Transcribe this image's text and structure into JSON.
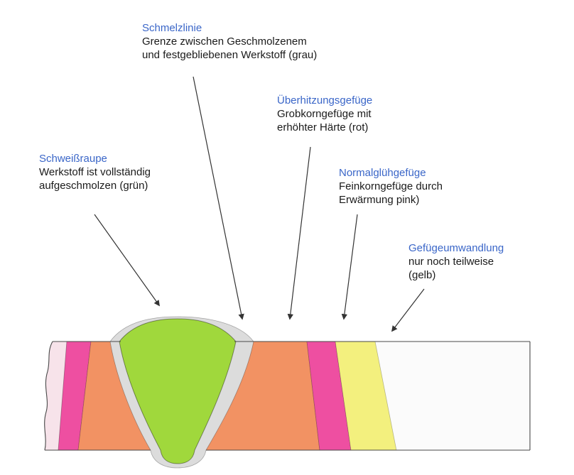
{
  "annotations": [
    {
      "title": "Schmelzlinie",
      "line1": "Grenze zwischen Geschmolzenem",
      "line2": "und festgebliebenen Werkstoff (grau)"
    },
    {
      "title": "Überhitzungsgefüge",
      "line1": "Grobkorngefüge mit",
      "line2": "erhöhter Härte (rot)"
    },
    {
      "title": "Schweißraupe",
      "line1": "Werkstoff ist vollständig",
      "line2": "aufgeschmolzen (grün)"
    },
    {
      "title": "Normalglühgefüge",
      "line1": "Feinkorngefüge durch",
      "line2": "Erwärmung pink)"
    },
    {
      "title": "Gefügeumwandlung",
      "line1": "nur noch teilweise",
      "line2": "(gelb)"
    }
  ],
  "colors": {
    "heading_blue": "#3a66c8",
    "text_black": "#1a1a1a",
    "arrow": "#333333",
    "plate_white": "#fbfbfb",
    "pale_pink_edge": "#f7e3ea",
    "pink_normalized": "#ee4fa1",
    "orange_overheated": "#f29263",
    "yellow_partial": "#f3f07e",
    "gray_fusion_line": "#dcdcdc",
    "green_weld": "#a0d83c",
    "outline": "#4a4a4a"
  }
}
